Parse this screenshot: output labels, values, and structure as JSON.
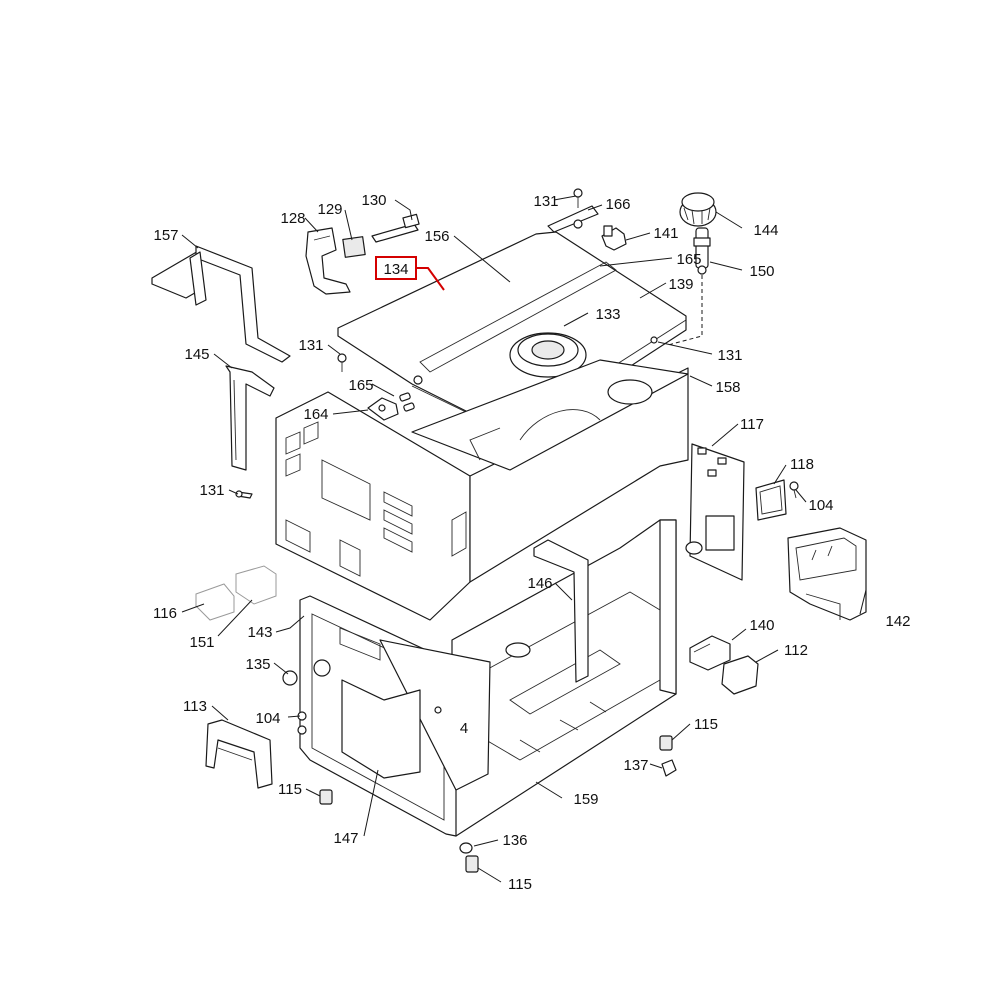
{
  "highlight": {
    "label": "134",
    "color": "#d40000"
  },
  "callouts": [
    {
      "id": "131a",
      "text": "131"
    },
    {
      "id": "166",
      "text": "166"
    },
    {
      "id": "144",
      "text": "144"
    },
    {
      "id": "128",
      "text": "128"
    },
    {
      "id": "129",
      "text": "129"
    },
    {
      "id": "130",
      "text": "130"
    },
    {
      "id": "157",
      "text": "157"
    },
    {
      "id": "156",
      "text": "156"
    },
    {
      "id": "141",
      "text": "141"
    },
    {
      "id": "165a",
      "text": "165"
    },
    {
      "id": "150",
      "text": "150"
    },
    {
      "id": "139",
      "text": "139"
    },
    {
      "id": "133",
      "text": "133"
    },
    {
      "id": "131b",
      "text": "131"
    },
    {
      "id": "131c",
      "text": "131"
    },
    {
      "id": "145",
      "text": "145"
    },
    {
      "id": "165b",
      "text": "165"
    },
    {
      "id": "158",
      "text": "158"
    },
    {
      "id": "164",
      "text": "164"
    },
    {
      "id": "117",
      "text": "117"
    },
    {
      "id": "118",
      "text": "118"
    },
    {
      "id": "131d",
      "text": "131"
    },
    {
      "id": "104a",
      "text": "104"
    },
    {
      "id": "146",
      "text": "146"
    },
    {
      "id": "116",
      "text": "116"
    },
    {
      "id": "142",
      "text": "142"
    },
    {
      "id": "151",
      "text": "151"
    },
    {
      "id": "143",
      "text": "143"
    },
    {
      "id": "140",
      "text": "140"
    },
    {
      "id": "135",
      "text": "135"
    },
    {
      "id": "112",
      "text": "112"
    },
    {
      "id": "113",
      "text": "113"
    },
    {
      "id": "104b",
      "text": "104"
    },
    {
      "id": "4",
      "text": "4"
    },
    {
      "id": "115a",
      "text": "115"
    },
    {
      "id": "137",
      "text": "137"
    },
    {
      "id": "115b",
      "text": "115"
    },
    {
      "id": "159",
      "text": "159"
    },
    {
      "id": "147",
      "text": "147"
    },
    {
      "id": "136",
      "text": "136"
    },
    {
      "id": "115c",
      "text": "115"
    }
  ]
}
